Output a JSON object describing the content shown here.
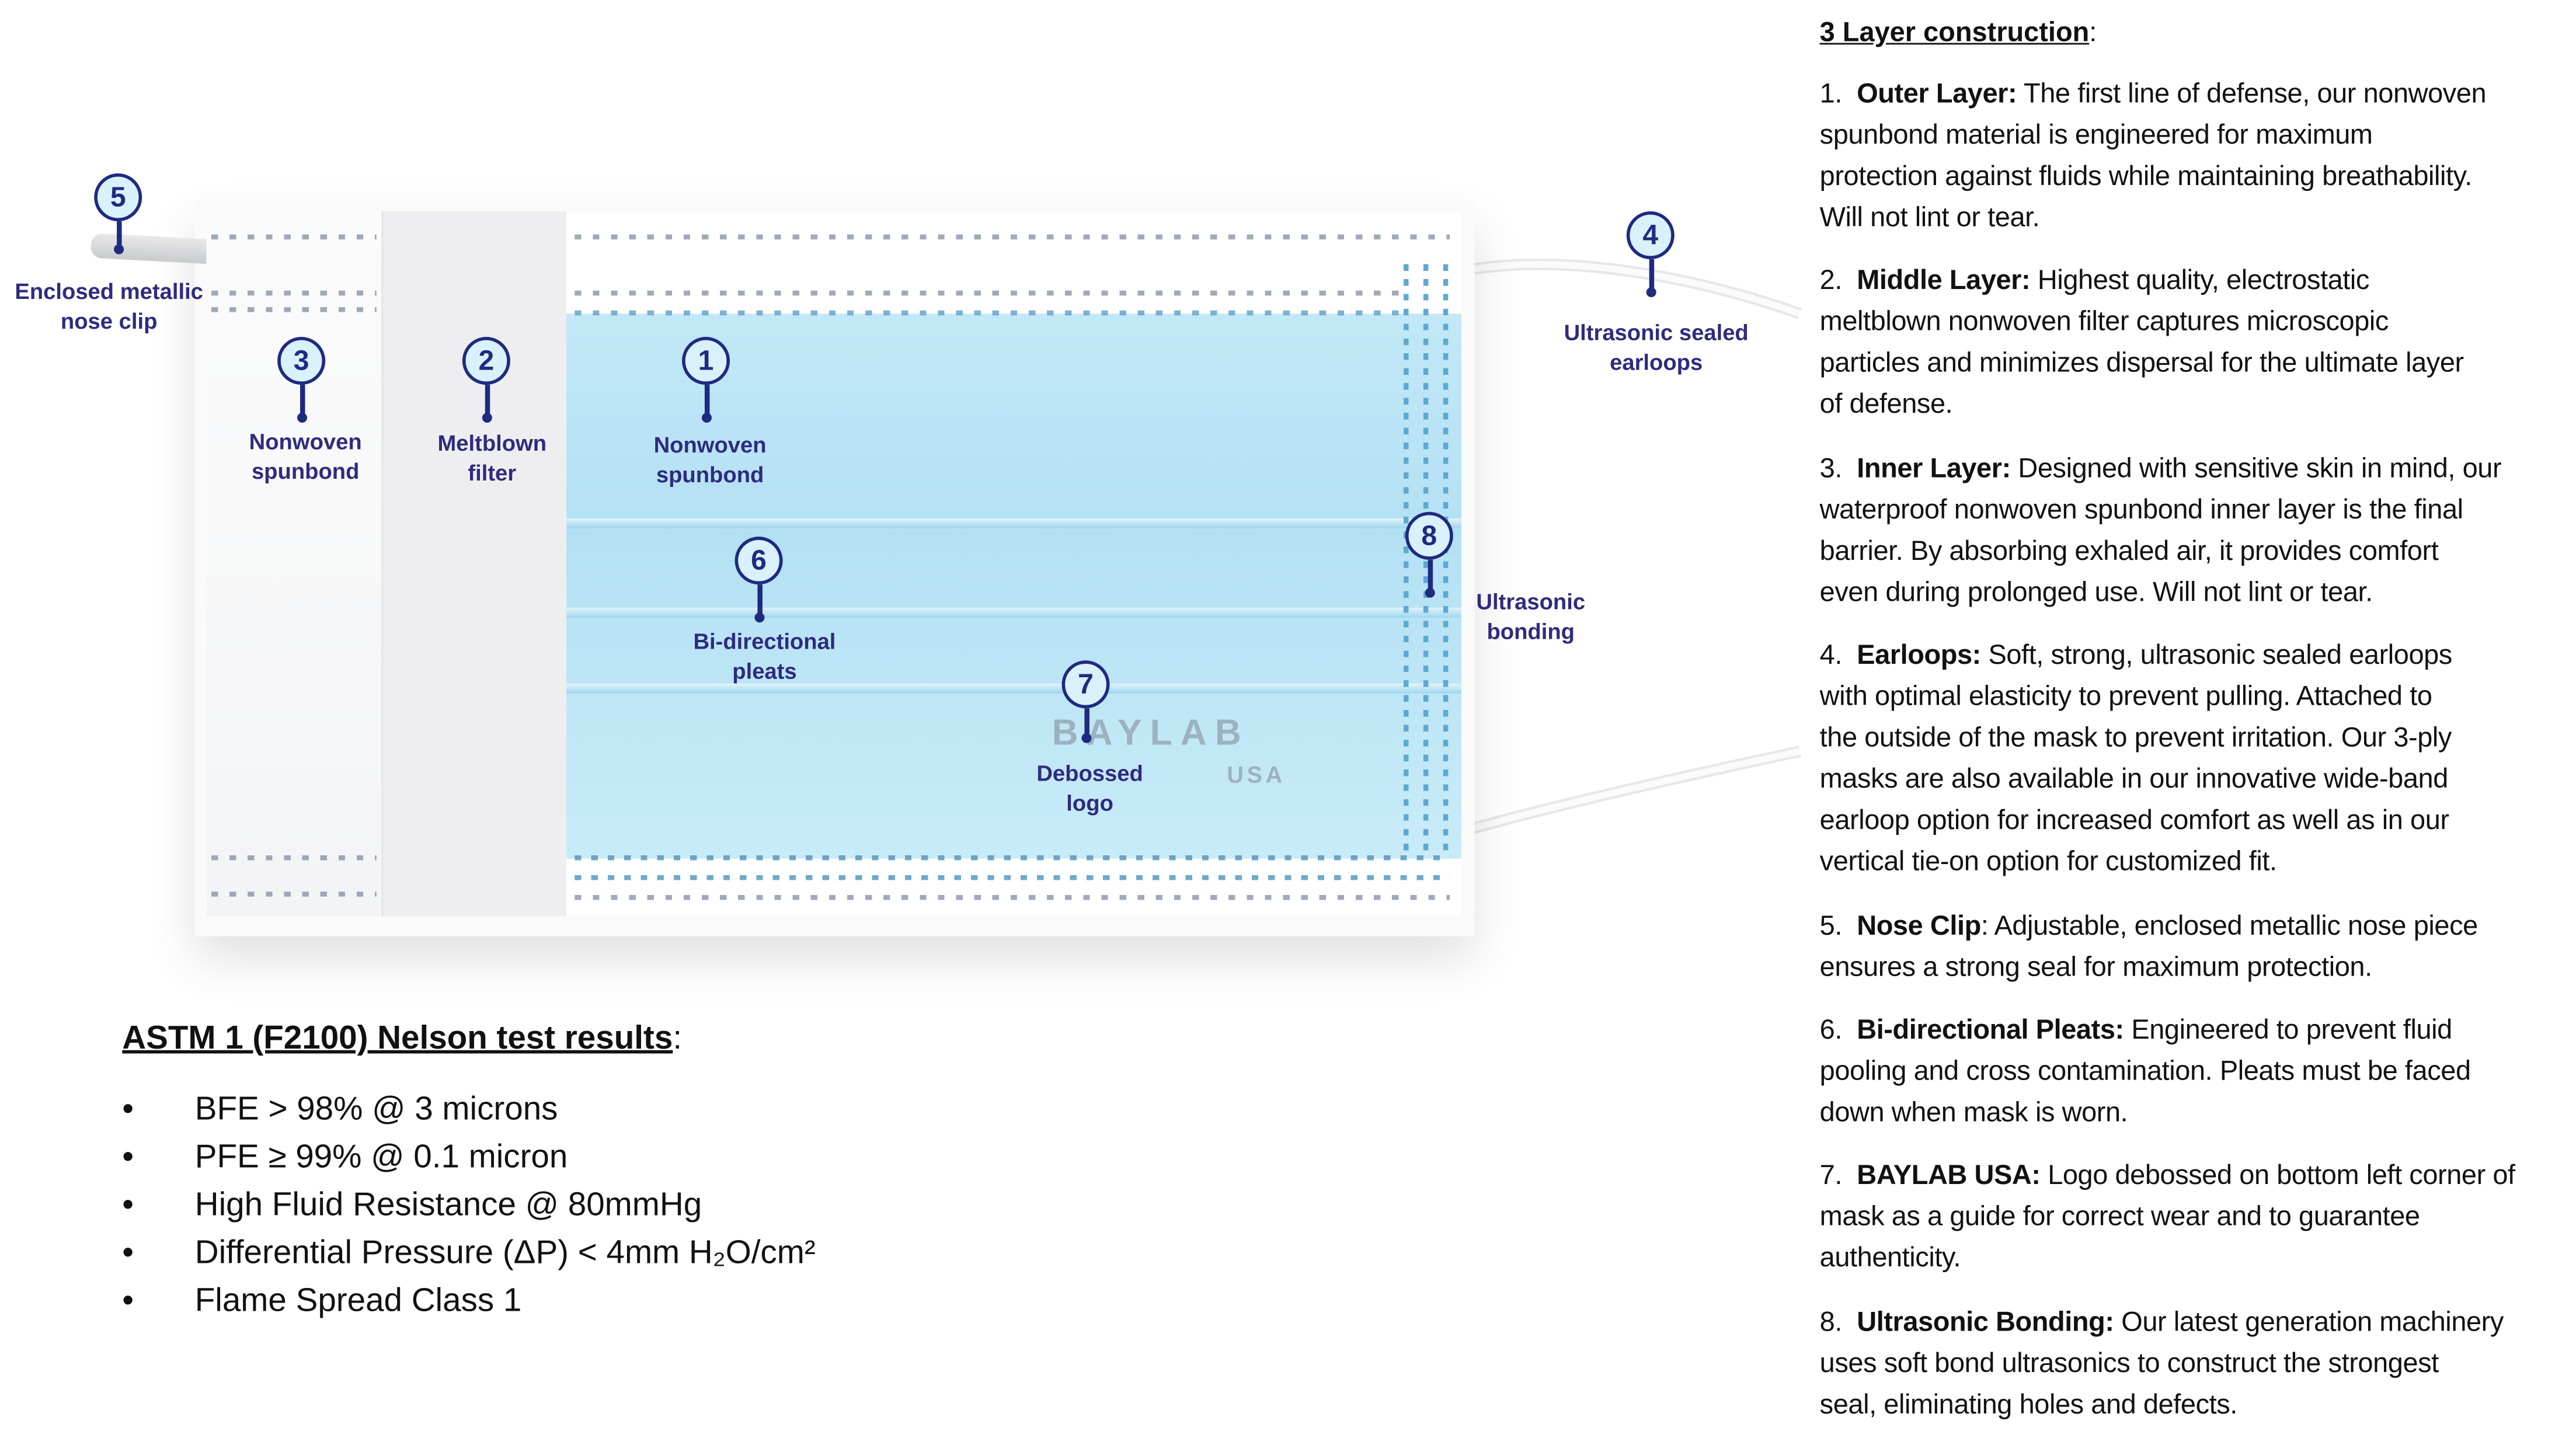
{
  "diagram": {
    "callouts": [
      {
        "num": "1",
        "label": [
          "Nonwoven",
          "spunbond"
        ]
      },
      {
        "num": "2",
        "label": [
          "Meltblown",
          "filter"
        ]
      },
      {
        "num": "3",
        "label": [
          "Nonwoven",
          "spunbond"
        ]
      },
      {
        "num": "4",
        "label": [
          "Ultrasonic sealed",
          "earloops"
        ]
      },
      {
        "num": "5",
        "label": [
          "Enclosed metallic",
          "nose clip"
        ]
      },
      {
        "num": "6",
        "label": [
          "Bi-directional",
          "pleats"
        ]
      },
      {
        "num": "7",
        "label": [
          "Debossed",
          "logo"
        ]
      },
      {
        "num": "8",
        "label": [
          "Ultrasonic",
          "bonding"
        ]
      }
    ],
    "logo": {
      "brand": "BAYLAB",
      "sub": "USA"
    },
    "colors": {
      "callout": "#1f2a80",
      "mask_blue": "#b3e1f4",
      "label": "#2e2b7e"
    }
  },
  "tests": {
    "heading": "ASTM 1 (F2100) Nelson test results",
    "heading_suffix": ":",
    "bullet": "•",
    "items": [
      "BFE > 98% @ 3 microns",
      "PFE ≥ 99% @ 0.1 micron",
      "High Fluid Resistance @ 80mmHg",
      "Differential Pressure (ΔP) < 4mm H₂O/cm²",
      "Flame Spread Class 1"
    ]
  },
  "construction": {
    "heading": "3 Layer construction",
    "heading_suffix": ":",
    "items": [
      {
        "num": "1.",
        "title": "Outer Layer:",
        "lines": [
          "The first line of defense, our nonwoven",
          "spunbond material is engineered for maximum",
          "protection against fluids while maintaining breathability.",
          "Will not lint or tear."
        ]
      },
      {
        "num": "2.",
        "title": "Middle Layer:",
        "lines": [
          "Highest quality, electrostatic",
          "meltblown nonwoven filter captures microscopic",
          "particles and minimizes dispersal for the ultimate layer",
          "of defense."
        ]
      },
      {
        "num": "3.",
        "title": "Inner Layer:",
        "lines": [
          "Designed with sensitive skin in mind, our",
          "waterproof nonwoven spunbond inner layer is the final",
          "barrier. By absorbing exhaled air, it provides comfort",
          "even during prolonged use. Will not lint or tear."
        ]
      },
      {
        "num": "4.",
        "title": "Earloops:",
        "lines": [
          "Soft, strong, ultrasonic sealed earloops",
          "with optimal elasticity to prevent pulling. Attached to",
          "the outside of the mask to prevent irritation. Our 3-ply",
          "masks are also available in our innovative wide-band",
          "earloop option for increased comfort as well as in our",
          "vertical tie-on option for customized fit."
        ]
      },
      {
        "num": "5.",
        "title": "Nose Clip",
        "lines": [
          ": Adjustable, enclosed metallic nose piece",
          "ensures a strong seal for maximum protection."
        ]
      },
      {
        "num": "6.",
        "title": "Bi-directional Pleats:",
        "lines": [
          "Engineered to prevent fluid",
          "pooling and cross contamination. Pleats must be faced",
          "down when mask is worn."
        ]
      },
      {
        "num": "7.",
        "title": "BAYLAB USA:",
        "lines": [
          "Logo debossed on bottom left corner of",
          "mask as a guide for correct wear and to guarantee",
          "authenticity."
        ]
      },
      {
        "num": "8.",
        "title": "Ultrasonic Bonding:",
        "lines": [
          "Our latest generation machinery",
          "uses soft bond ultrasonics to construct the strongest",
          "seal, eliminating holes and defects."
        ]
      }
    ]
  }
}
